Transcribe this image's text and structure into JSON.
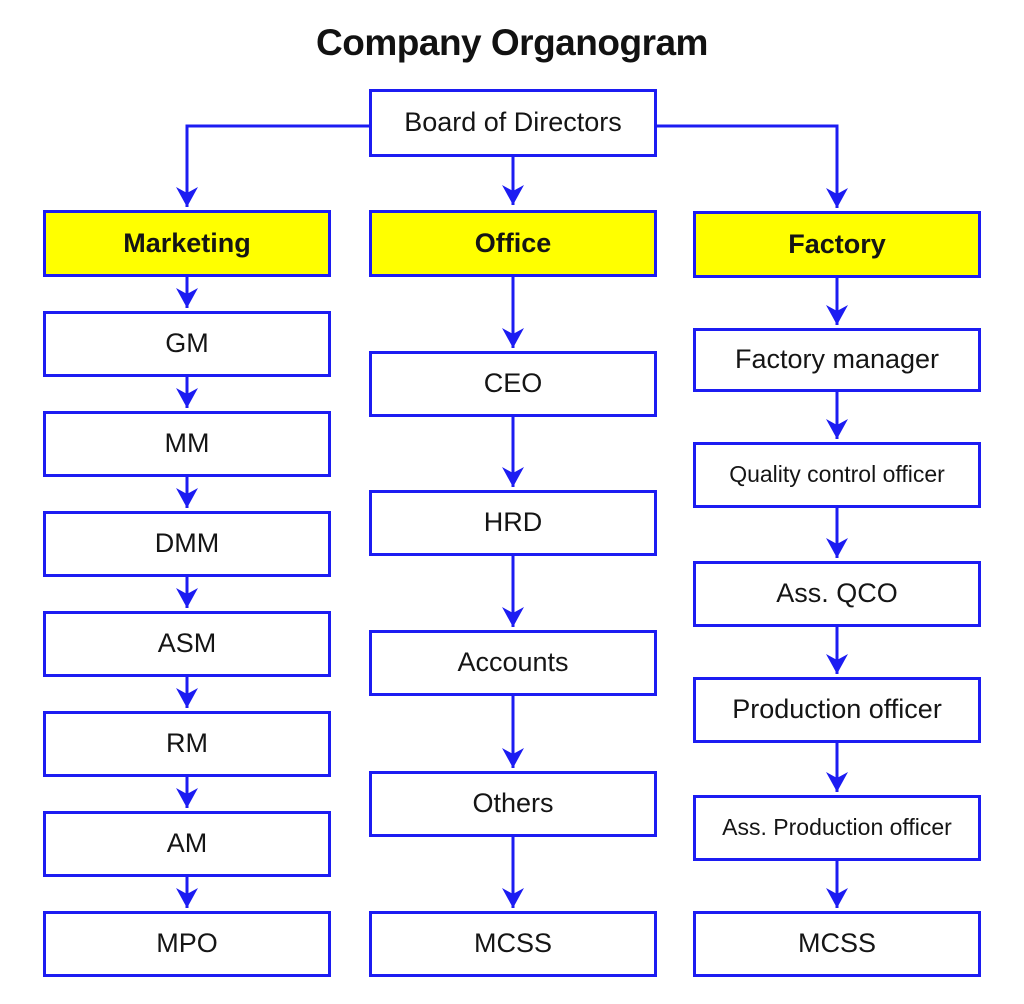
{
  "title": "Company Organogram",
  "root": {
    "label": "Board of Directors"
  },
  "columns": [
    {
      "header": "Marketing",
      "items": [
        "GM",
        "MM",
        "DMM",
        "ASM",
        "RM",
        "AM",
        "MPO"
      ]
    },
    {
      "header": "Office",
      "items": [
        "CEO",
        "HRD",
        "Accounts",
        "Others",
        "MCSS"
      ]
    },
    {
      "header": "Factory",
      "items": [
        "Factory manager",
        "Quality control officer",
        "Ass. QCO",
        "Production officer",
        "Ass. Production officer",
        "MCSS"
      ]
    }
  ],
  "colors": {
    "connector_blue": "#1c1cf2",
    "box_border_blue": "#1c1cf2",
    "header_fill_yellow": "#ffff00",
    "node_fill_white": "#ffffff",
    "text_black": "#151515",
    "background": "#ffffff"
  }
}
